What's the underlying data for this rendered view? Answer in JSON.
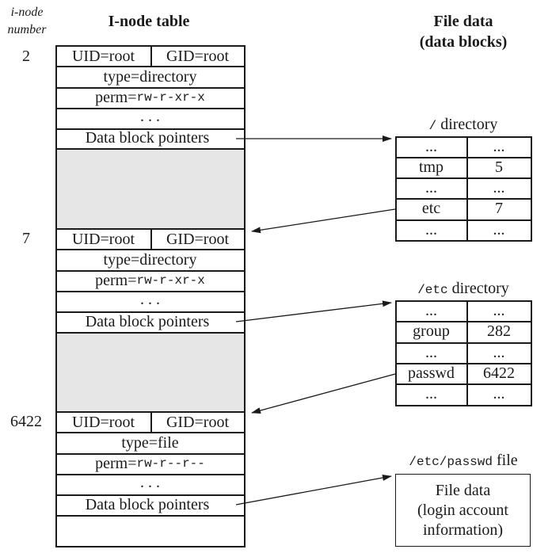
{
  "header": {
    "inode_number_line1": "i-node",
    "inode_number_line2": "number",
    "inode_table_title": "I-node table",
    "file_data_line1": "File data",
    "file_data_line2": "(data blocks)"
  },
  "inodes": [
    {
      "number": "2",
      "uid": "UID=root",
      "gid": "GID=root",
      "type": "type=directory",
      "perm_prefix": "perm=",
      "perm_value": "rw-r-xr-x",
      "dots": ". . .",
      "pointers": "Data block pointers"
    },
    {
      "number": "7",
      "uid": "UID=root",
      "gid": "GID=root",
      "type": "type=directory",
      "perm_prefix": "perm=",
      "perm_value": "rw-r-xr-x",
      "dots": ". . .",
      "pointers": "Data block pointers"
    },
    {
      "number": "6422",
      "uid": "UID=root",
      "gid": "GID=root",
      "type": "type=file",
      "perm_prefix": "perm=",
      "perm_value": "rw-r--r--",
      "dots": ". . .",
      "pointers": "Data block pointers"
    }
  ],
  "root_dir": {
    "title_mono": "/",
    "title_text": " directory",
    "rows": [
      [
        "...",
        "..."
      ],
      [
        "tmp",
        "5"
      ],
      [
        "...",
        "..."
      ],
      [
        "etc",
        "7"
      ],
      [
        "...",
        "..."
      ]
    ]
  },
  "etc_dir": {
    "title_mono": "/etc",
    "title_text": " directory",
    "rows": [
      [
        "...",
        "..."
      ],
      [
        "group",
        "282"
      ],
      [
        "...",
        "..."
      ],
      [
        "passwd",
        "6422"
      ],
      [
        "...",
        "..."
      ]
    ]
  },
  "passwd_file": {
    "title_mono": "/etc/passwd",
    "title_text": " file",
    "line1": "File data",
    "line2": "(login account",
    "line3": "information)"
  }
}
